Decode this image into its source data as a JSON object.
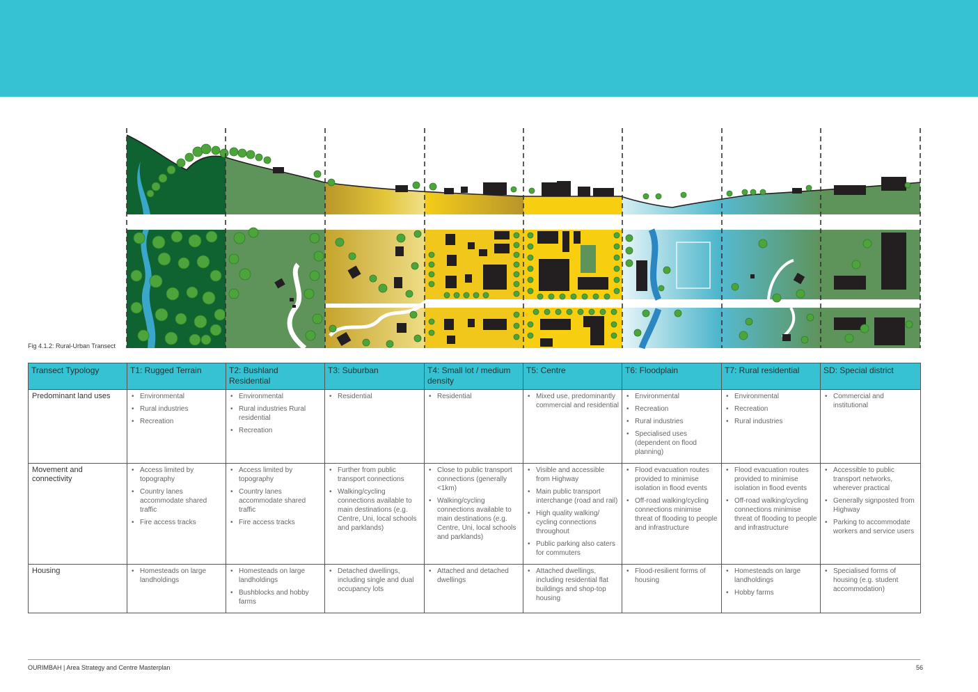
{
  "figure": {
    "caption": "Fig 4.1.2: Rural-Urban Transect"
  },
  "colors": {
    "header_band": "#36c2d3",
    "t1_dark_green": "#0f6331",
    "t2_green": "#5e935a",
    "t3_gold": "#d8b92c",
    "t5_yellow": "#f7cf10",
    "t6_blue": "#86cfdf",
    "building": "#231f20",
    "tree": "#4da43a"
  },
  "table": {
    "headers": [
      "Transect Typology",
      "T1: Rugged Terrain",
      "T2: Bushland Residential",
      "T3: Suburban",
      "T4: Small lot / medium density",
      "T5: Centre",
      "T6: Floodplain",
      "T7: Rural residential",
      "SD: Special district"
    ],
    "rows": [
      {
        "label": "Predominant land uses",
        "cells": [
          [
            "Environmental",
            "Rural industries",
            "Recreation"
          ],
          [
            "Environmental",
            "Rural industries Rural residential",
            "Recreation"
          ],
          [
            "Residential"
          ],
          [
            "Residential"
          ],
          [
            "Mixed use, predominantly commercial and residential"
          ],
          [
            "Environmental",
            "Recreation",
            "Rural industries",
            "Specialised uses (dependent on flood planning)"
          ],
          [
            "Environmental",
            "Recreation",
            "Rural industries"
          ],
          [
            "Commercial and institutional"
          ]
        ]
      },
      {
        "label": "Movement and connectivity",
        "cells": [
          [
            "Access limited by topography",
            "Country lanes accommodate shared traffic",
            "Fire access tracks"
          ],
          [
            "Access limited by topography",
            "Country lanes accommodate shared traffic",
            "Fire access tracks"
          ],
          [
            "Further from public transport connections",
            "Walking/cycling connections available to main destinations (e.g. Centre, Uni, local schools and parklands)"
          ],
          [
            "Close to public transport connections (generally <1km)",
            "Walking/cycling connections available to main destinations (e.g. Centre, Uni, local schools and parklands)"
          ],
          [
            "Visible and accessible from Highway",
            "Main public transport interchange (road and rail)",
            "High quality walking/ cycling connections throughout",
            "Public parking also caters for commuters"
          ],
          [
            "Flood evacuation routes provided to minimise isolation in flood events",
            "Off-road walking/cycling connections minimise threat of flooding to people and infrastructure"
          ],
          [
            "Flood evacuation routes provided to minimise isolation in flood events",
            "Off-road walking/cycling connections minimise threat of flooding to people and infrastructure"
          ],
          [
            "Accessible to public transport networks, wherever practical",
            "Generally signposted from Highway",
            "Parking to accommodate workers and service users"
          ]
        ]
      },
      {
        "label": "Housing",
        "cells": [
          [
            "Homesteads on large landholdings"
          ],
          [
            "Homesteads on large landholdings",
            "Bushblocks and hobby farms"
          ],
          [
            "Detached dwellings, including single and dual occupancy lots"
          ],
          [
            "Attached and detached dwellings"
          ],
          [
            "Attached dwellings, including residential flat buildings and shop-top housing"
          ],
          [
            "Flood-resilient forms of housing"
          ],
          [
            "Homesteads on large landholdings",
            "Hobby farms"
          ],
          [
            "Specialised forms of housing (e.g. student accommodation)"
          ]
        ]
      }
    ]
  },
  "footer": {
    "text": "OURIMBAH | Area Strategy and Centre Masterplan",
    "page": "56"
  }
}
